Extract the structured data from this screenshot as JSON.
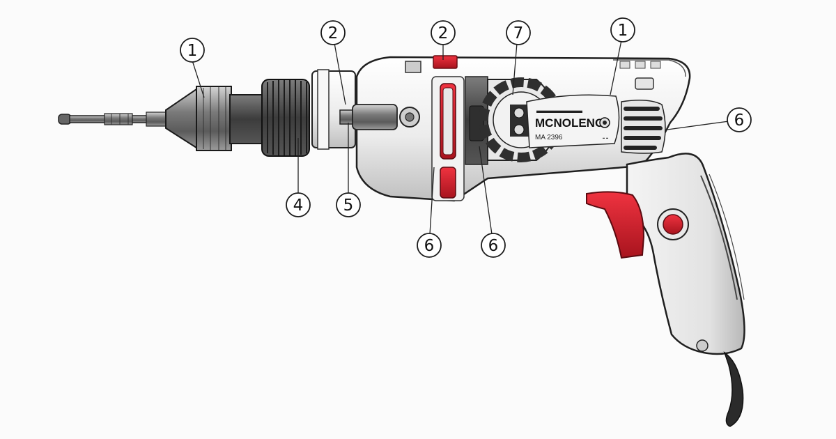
{
  "brand": {
    "name": "MCNOLENO",
    "model": "MA 2396",
    "badge": "▬▬▬▬▬▬",
    "small_mark": "⁃⁃"
  },
  "colors": {
    "body": "#ededed",
    "body_shadow": "#c9c9c9",
    "outline": "#2a2a2a",
    "accent_red": "#d11f2b",
    "dark_panel": "#4a4a4a",
    "metal": "#8d8d8d",
    "cord": "#2b2b2b"
  },
  "callouts": [
    {
      "id": "chuck-sleeve",
      "label": "1"
    },
    {
      "id": "chuck-collar",
      "label": "2"
    },
    {
      "id": "top-red-button",
      "label": "2"
    },
    {
      "id": "mode-dial",
      "label": "7"
    },
    {
      "id": "top-housing",
      "label": "1"
    },
    {
      "id": "vent-grille",
      "label": "6"
    },
    {
      "id": "chuck-ring",
      "label": "4"
    },
    {
      "id": "spindle",
      "label": "5"
    },
    {
      "id": "side-slider",
      "label": "6"
    },
    {
      "id": "dark-panel",
      "label": "6"
    }
  ]
}
